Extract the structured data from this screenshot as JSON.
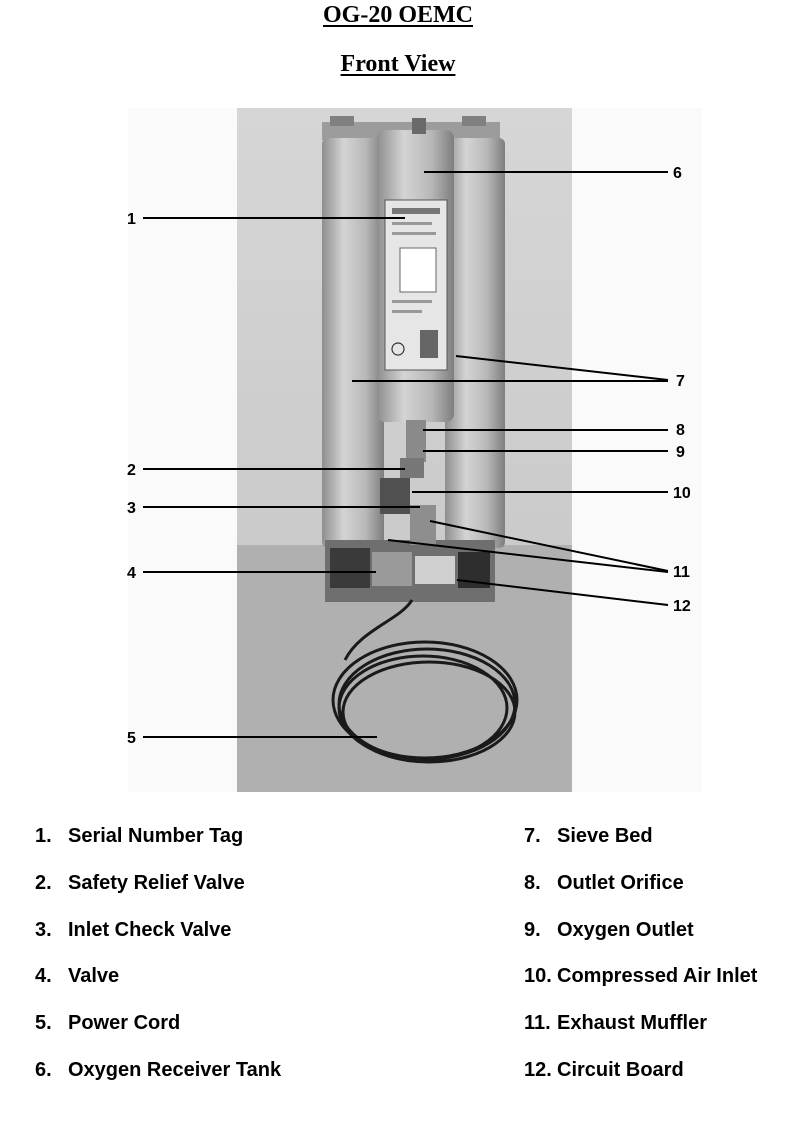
{
  "title": "OG-20 OEMC",
  "subtitle": "Front View",
  "callouts": [
    "1",
    "2",
    "3",
    "4",
    "5",
    "6",
    "7",
    "8",
    "9",
    "10",
    "11",
    "12"
  ],
  "legend_left": [
    {
      "num": "1.",
      "label": "Serial Number Tag"
    },
    {
      "num": "2.",
      "label": "Safety Relief Valve"
    },
    {
      "num": "3.",
      "label": "Inlet Check Valve"
    },
    {
      "num": "4.",
      "label": "Valve"
    },
    {
      "num": "5.",
      "label": "Power Cord"
    },
    {
      "num": "6.",
      "label": "Oxygen Receiver Tank"
    }
  ],
  "legend_right": [
    {
      "num": "7.",
      "label": "Sieve Bed"
    },
    {
      "num": "8.",
      "label": "Outlet Orifice"
    },
    {
      "num": "9.",
      "label": "Oxygen Outlet"
    },
    {
      "num": "10.",
      "label": "Compressed Air Inlet"
    },
    {
      "num": "11.",
      "label": "Exhaust Muffler"
    },
    {
      "num": "12.",
      "label": "Circuit Board"
    }
  ],
  "colors": {
    "photo_bg_top": "#c9c9c9",
    "photo_bg_bottom": "#a9a9a9",
    "cylinder": "#b5b5b5",
    "line": "#000000"
  }
}
